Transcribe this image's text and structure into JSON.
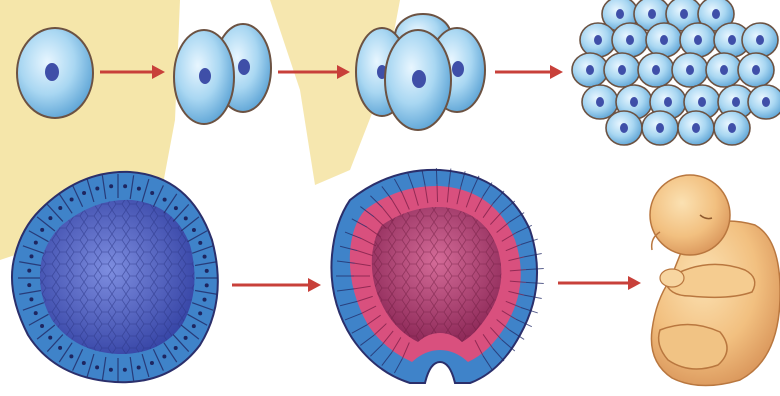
{
  "diagram": {
    "stages": [
      {
        "id": "zygote",
        "icon": "single-cell-icon"
      },
      {
        "id": "two-cell",
        "icon": "two-cell-embryo-icon"
      },
      {
        "id": "four-cell",
        "icon": "four-cell-embryo-icon"
      },
      {
        "id": "morula",
        "icon": "morula-icon"
      },
      {
        "id": "blastula",
        "icon": "blastula-icon"
      },
      {
        "id": "gastrula",
        "icon": "gastrula-icon"
      },
      {
        "id": "fetus",
        "icon": "fetus-icon"
      }
    ],
    "colors": {
      "background": "#ffffff",
      "band": "#f4e3a1",
      "cell_fill": "#8ec8ea",
      "cell_edge": "#6c5242",
      "nucleus": "#3f4fa8",
      "arrow": "#c8403a",
      "blastula_inner": "#5066c0",
      "blastula_cells": "#3f83c9",
      "endoderm": "#d9507e",
      "gastrula_inner": "#a43a6a",
      "fetus_skin": "#f0bf7d"
    }
  }
}
